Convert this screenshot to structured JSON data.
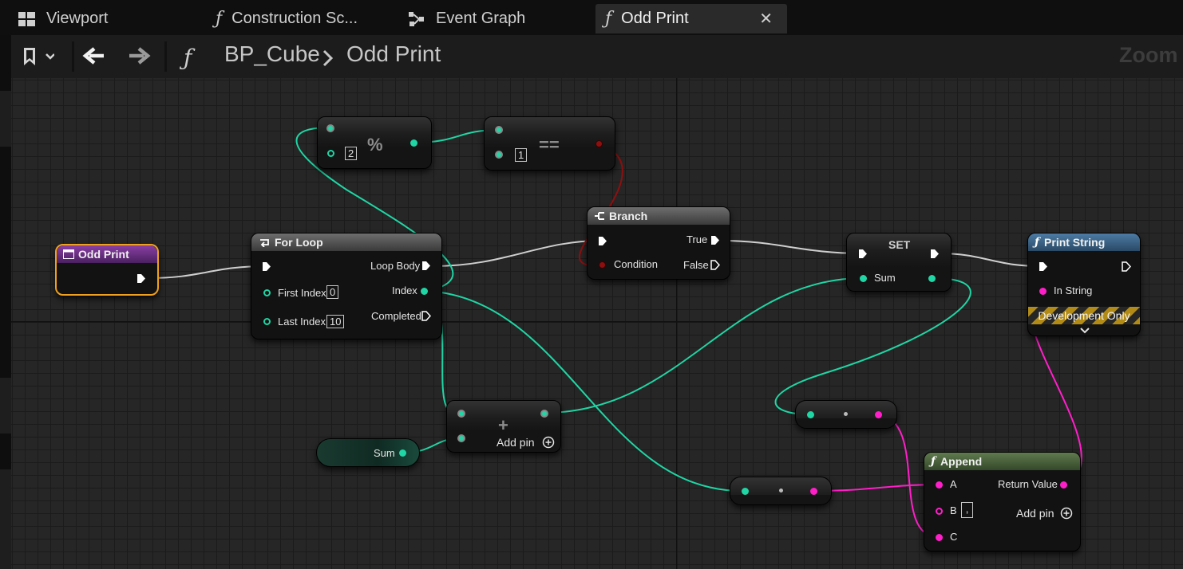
{
  "tabs": [
    {
      "label": "Viewport",
      "icon": "viewport-icon"
    },
    {
      "label": "Construction Sc...",
      "icon": "function-icon"
    },
    {
      "label": "Event Graph",
      "icon": "event-graph-icon"
    },
    {
      "label": "Odd Print",
      "icon": "function-icon",
      "active": true
    }
  ],
  "toolbar": {
    "breadcrumb": [
      "BP_Cube",
      "Odd Print"
    ],
    "zoom_label": "Zoom -"
  },
  "nodes": {
    "modulo": {
      "symbol": "%",
      "input_value": "2"
    },
    "equal": {
      "symbol": "==",
      "input_value": "1"
    },
    "branch": {
      "title": "Branch",
      "condition": "Condition",
      "true": "True",
      "false": "False"
    },
    "entry": {
      "title": "Odd Print"
    },
    "for_loop": {
      "title": "For Loop",
      "first_index_label": "First Index",
      "first_index": "0",
      "last_index_label": "Last Index",
      "last_index": "10",
      "loop_body": "Loop Body",
      "index": "Index",
      "completed": "Completed"
    },
    "set": {
      "title": "SET",
      "var": "Sum"
    },
    "print": {
      "title": "Print String",
      "in_string": "In String",
      "dev_only": "Development Only"
    },
    "add": {
      "symbol": "+",
      "add_pin": "Add pin"
    },
    "sum_getter": {
      "label": "Sum"
    },
    "append": {
      "title": "Append",
      "a": "A",
      "b": "B",
      "b_value": ",",
      "c": "C",
      "return_value": "Return Value",
      "add_pin": "Add pin"
    }
  },
  "colors": {
    "float_pin": "#1fd6a4",
    "string_pin": "#ff1fc9",
    "bool_pin": "#8c1010",
    "exec_wire": "#cfcfcf",
    "selected_outline": "#f0a020",
    "dev_only_stripe": "#b28b17"
  }
}
